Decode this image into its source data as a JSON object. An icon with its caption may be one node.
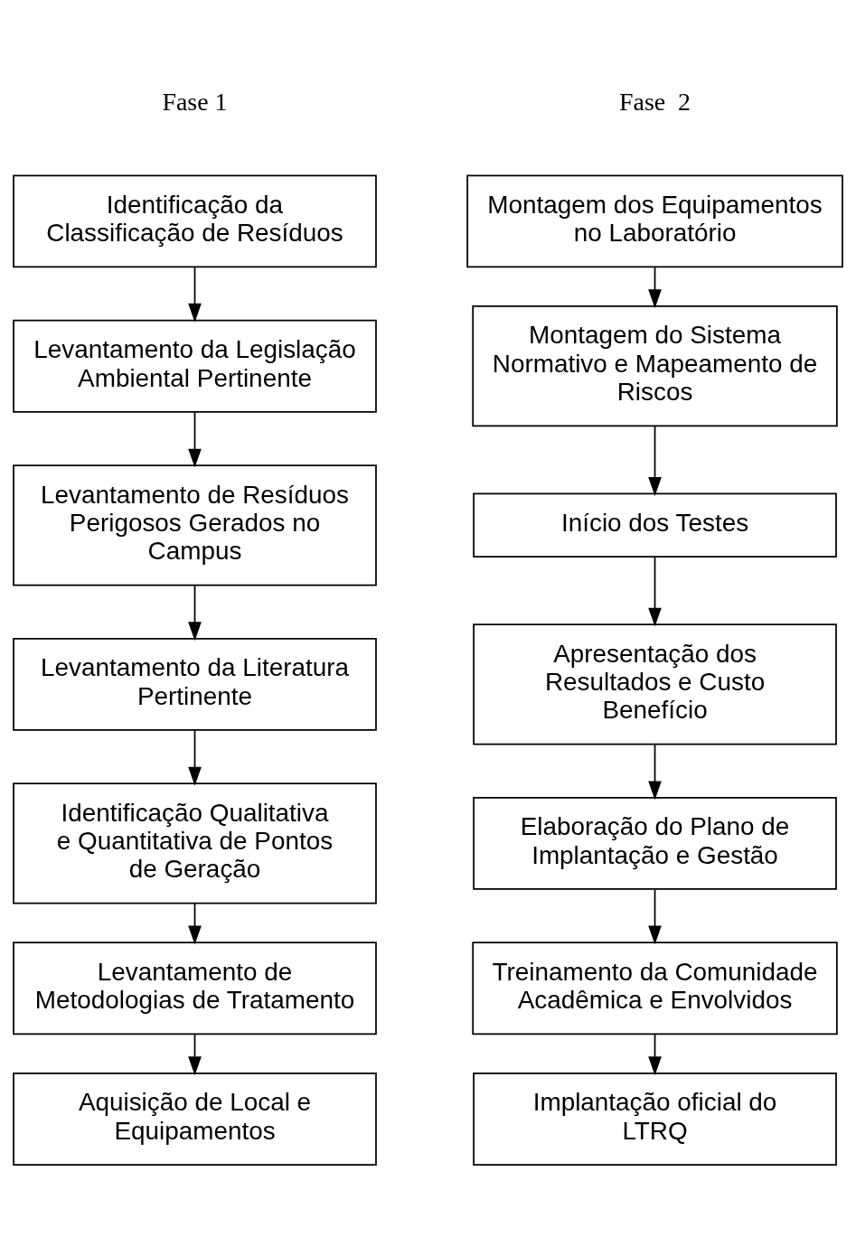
{
  "diagram": {
    "nodes": [
      {
        "text": [
          "Identificação da Classificação de Resíduos"
        ]
      },
      {
        "text": [
          "Levantamento da Legislação Ambiental Pertinente"
        ]
      },
      {
        "text": [
          "Levantamento de Resíduos Perigosos Gerados no Campus"
        ]
      },
      {
        "text": [
          "Levantamento da Literatura Pertinente"
        ]
      },
      {
        "text": [
          "Identificação Qualitativa e Quantitativa de Pontos de Geração"
        ]
      },
      {
        "text": [
          "Levantamento de Metodologias de Tratamento"
        ]
      },
      {
        "text": [
          "Aquisição de Local e Equipamentos"
        ]
      },
      {
        "text": [
          "Montagem dos Equipamentos no Laboratório"
        ]
      },
      {
        "text": [
          "Montagem do Sistema Normativo e Mapeamento de Riscos"
        ]
      },
      {
        "text": [
          "Início dos Testes"
        ]
      },
      {
        "text": [
          "Apresentação dos Resultados e Custo Benefício"
        ]
      },
      {
        "text": [
          "Elaboração do Plano de Implantação e Gestão"
        ]
      },
      {
        "text": [
          "Treinamento da Comunidade Acadêmica e Envolvidos"
        ]
      },
      {
        "text": [
          "Implantação oficial do LTRQ"
        ]
      }
    ],
    "edges": [
      {
        "from": 0,
        "to": 1,
        "arrow": "to"
      },
      {
        "from": 1,
        "to": 2,
        "arrow": "to"
      },
      {
        "from": 2,
        "to": 3,
        "arrow": "to"
      },
      {
        "from": 3,
        "to": 4,
        "arrow": "to"
      },
      {
        "from": 4,
        "to": 5,
        "arrow": "to"
      },
      {
        "from": 5,
        "to": 6,
        "arrow": "to"
      },
      {
        "from": 7,
        "to": 8,
        "arrow": "to"
      },
      {
        "from": 8,
        "to": 9,
        "arrow": "to"
      },
      {
        "from": 9,
        "to": 10,
        "arrow": "to"
      },
      {
        "from": 10,
        "to": 11,
        "arrow": "to"
      },
      {
        "from": 11,
        "to": 12,
        "arrow": "to"
      },
      {
        "from": 12,
        "to": 13,
        "arrow": "to"
      }
    ],
    "labels": [
      "Fase 1",
      "Fase  2"
    ]
  }
}
